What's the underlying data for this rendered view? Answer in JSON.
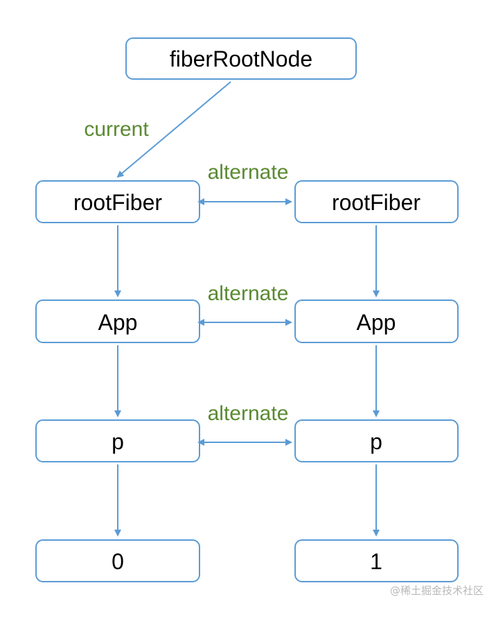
{
  "nodes": {
    "fiber_root_node": "fiberRootNode",
    "left_root_fiber": "rootFiber",
    "right_root_fiber": "rootFiber",
    "left_app": "App",
    "right_app": "App",
    "left_p": "p",
    "right_p": "p",
    "left_text": "0",
    "right_text": "1"
  },
  "edge_labels": {
    "current": "current",
    "alternate_root": "alternate",
    "alternate_app": "alternate",
    "alternate_p": "alternate"
  },
  "watermark": "@稀土掘金技术社区",
  "colors": {
    "box_border": "#5b9bd5",
    "arrow": "#5b9bd5",
    "label_green": "#5a8a32",
    "text": "#000000",
    "watermark": "#b8b8b8"
  }
}
